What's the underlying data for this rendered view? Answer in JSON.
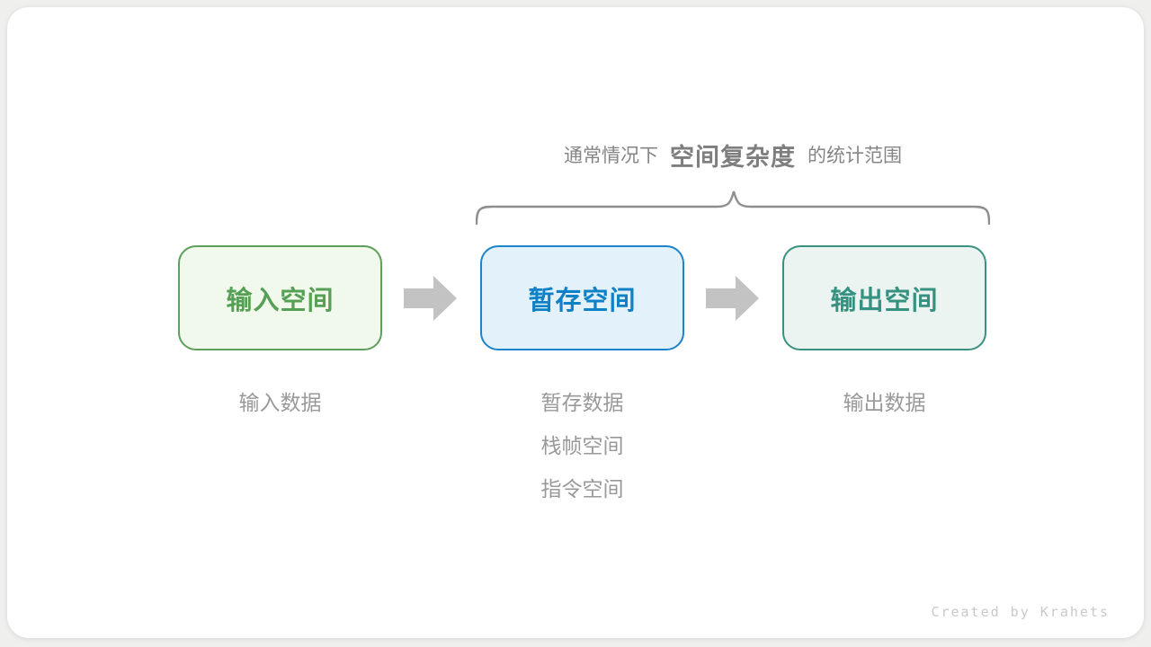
{
  "title": {
    "prefix": "通常情况下",
    "emphasis": "空间复杂度",
    "suffix": "的统计范围"
  },
  "boxes": [
    {
      "label": "输入空间",
      "border_color": "#5ca05c",
      "bg_color": "#f1f8ec",
      "text_color": "#55a055"
    },
    {
      "label": "暂存空间",
      "border_color": "#1e84c8",
      "bg_color": "#e3f1fa",
      "text_color": "#0f81c7"
    },
    {
      "label": "输出空间",
      "border_color": "#3a9182",
      "bg_color": "#ebf4f0",
      "text_color": "#359180"
    }
  ],
  "notes": {
    "input": [
      "输入数据"
    ],
    "buffer": [
      "暂存数据",
      "栈帧空间",
      "指令空间"
    ],
    "output": [
      "输出数据"
    ]
  },
  "icons": {
    "arrow": "right-block-arrow",
    "brace": "curly-brace-over-span"
  },
  "colors": {
    "arrow": "#c3c3c3",
    "brace": "#8e8e8e",
    "title_text": "#858585",
    "note_text": "#999999",
    "card_bg": "#ffffff",
    "page_bg": "#efefee",
    "credit_text": "#c9c9c9"
  },
  "credit": "Created by Krahets"
}
